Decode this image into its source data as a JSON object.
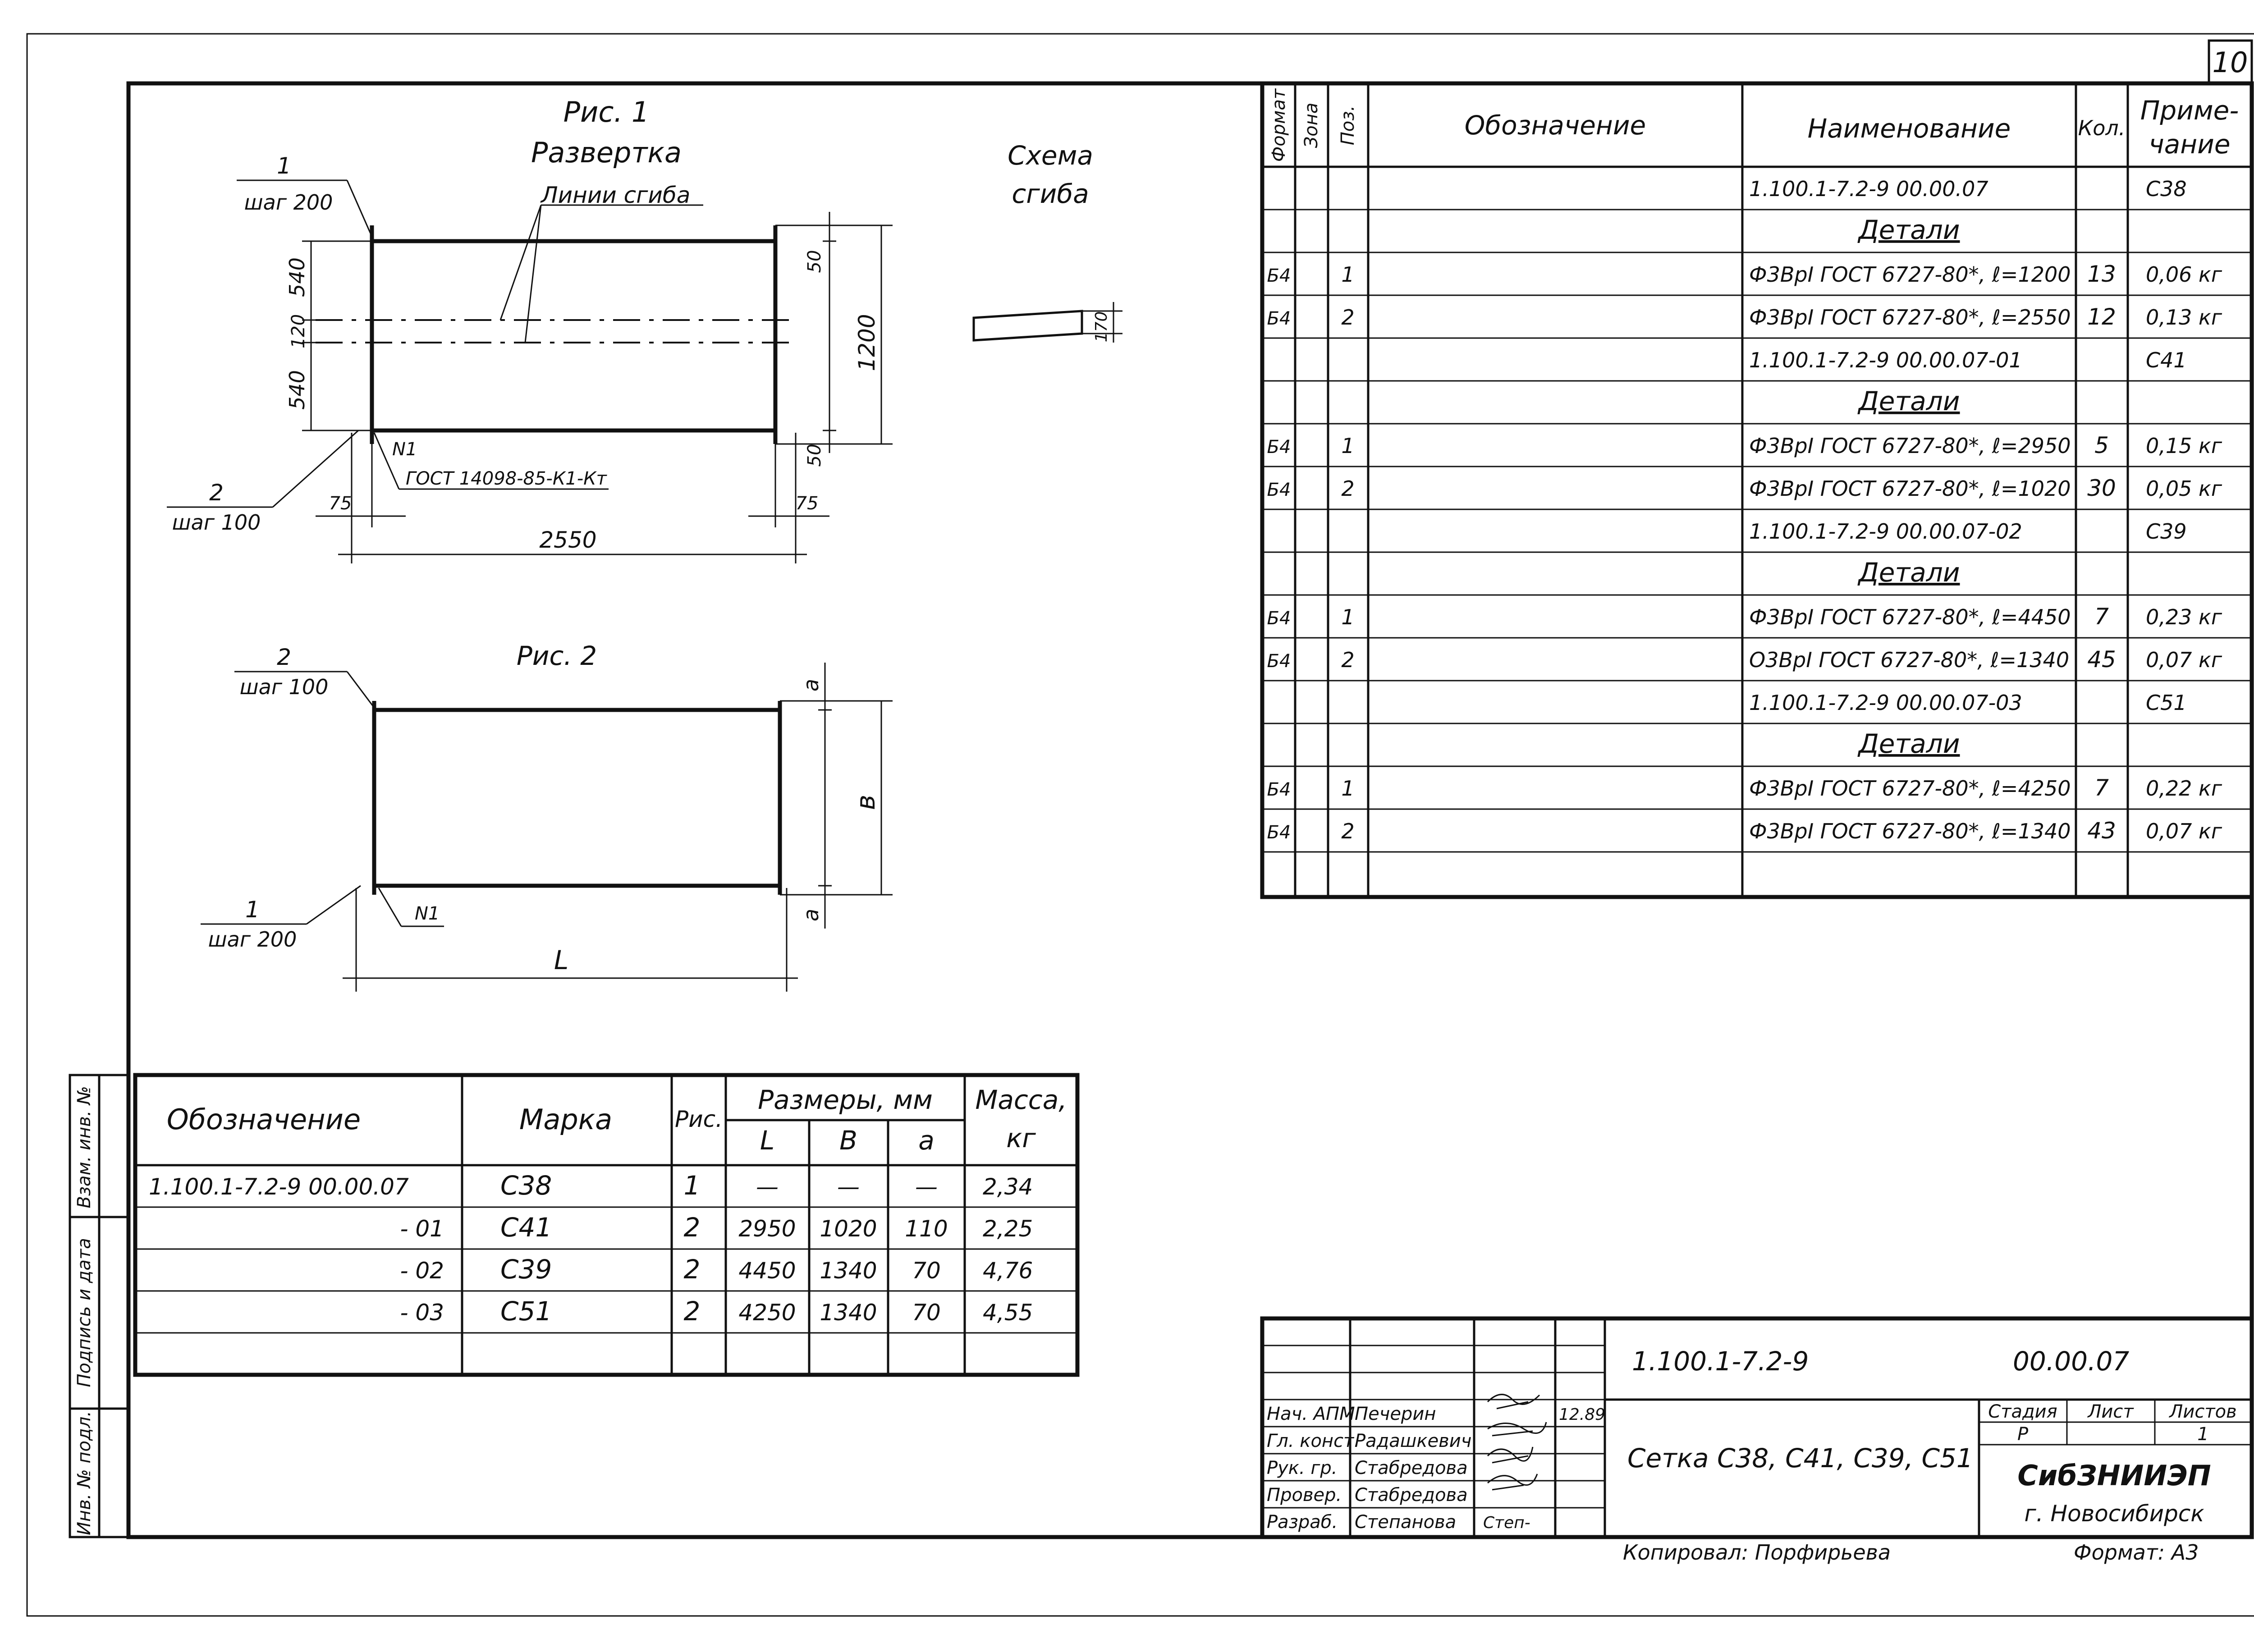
{
  "sheet_number": "10",
  "fig1": {
    "title": "Рис. 1",
    "subtitle": "Развертка",
    "bend_lines_label": "Линии сгиба",
    "scheme_title": "Схема",
    "scheme_subtitle": "сгиба",
    "pos1": "1",
    "pos1_step": "шаг 200",
    "pos2": "2",
    "pos2_step": "шаг 100",
    "dim_540_top": "540",
    "dim_120": "120",
    "dim_540_bottom": "540",
    "dim_50_top": "50",
    "dim_50_bottom": "50",
    "dim_1200": "1200",
    "dim_75_left": "75",
    "dim_75_right": "75",
    "dim_2550": "2550",
    "weld_label": "N1",
    "weld_gost": "ГОСТ 14098-85-К1-Кт",
    "bend_dim": "170"
  },
  "fig2": {
    "title": "Рис. 2",
    "pos2": "2",
    "pos2_step": "шаг 100",
    "pos1": "1",
    "pos1_step": "шаг 200",
    "weld_label": "N1",
    "dim_a_top": "a",
    "dim_a_bottom": "a",
    "dim_b": "в",
    "dim_L": "L"
  },
  "spec": {
    "headers": {
      "format": "Формат",
      "zone": "Зона",
      "pos": "Поз.",
      "designation": "Обозначение",
      "name": "Наименование",
      "qty": "Кол.",
      "note_line1": "Приме-",
      "note_line2": "чание"
    },
    "rows": [
      {
        "format": "",
        "zone": "",
        "pos": "",
        "designation": "",
        "name": "1.100.1-7.2-9     00.00.07",
        "qty": "",
        "note": "С38",
        "underline": false
      },
      {
        "format": "",
        "zone": "",
        "pos": "",
        "designation": "",
        "name": "Детали",
        "qty": "",
        "note": "",
        "underline": true
      },
      {
        "format": "Б4",
        "zone": "",
        "pos": "1",
        "designation": "",
        "name": "Ф3ВрI ГОСТ 6727-80*, ℓ=1200",
        "qty": "13",
        "note": "0,06 кг",
        "underline": false
      },
      {
        "format": "Б4",
        "zone": "",
        "pos": "2",
        "designation": "",
        "name": "Ф3ВрI ГОСТ 6727-80*, ℓ=2550",
        "qty": "12",
        "note": "0,13 кг",
        "underline": false
      },
      {
        "format": "",
        "zone": "",
        "pos": "",
        "designation": "",
        "name": "1.100.1-7.2-9     00.00.07-01",
        "qty": "",
        "note": "С41",
        "underline": false
      },
      {
        "format": "",
        "zone": "",
        "pos": "",
        "designation": "",
        "name": "Детали",
        "qty": "",
        "note": "",
        "underline": true
      },
      {
        "format": "Б4",
        "zone": "",
        "pos": "1",
        "designation": "",
        "name": "Ф3ВрI ГОСТ 6727-80*, ℓ=2950",
        "qty": "5",
        "note": "0,15 кг",
        "underline": false
      },
      {
        "format": "Б4",
        "zone": "",
        "pos": "2",
        "designation": "",
        "name": "Ф3ВрI ГОСТ 6727-80*, ℓ=1020",
        "qty": "30",
        "note": "0,05 кг",
        "underline": false
      },
      {
        "format": "",
        "zone": "",
        "pos": "",
        "designation": "",
        "name": "1.100.1-7.2-9     00.00.07-02",
        "qty": "",
        "note": "С39",
        "underline": false
      },
      {
        "format": "",
        "zone": "",
        "pos": "",
        "designation": "",
        "name": "Детали",
        "qty": "",
        "note": "",
        "underline": true
      },
      {
        "format": "Б4",
        "zone": "",
        "pos": "1",
        "designation": "",
        "name": "Ф3ВрI ГОСТ 6727-80*, ℓ=4450",
        "qty": "7",
        "note": "0,23 кг",
        "underline": false
      },
      {
        "format": "Б4",
        "zone": "",
        "pos": "2",
        "designation": "",
        "name": "О3ВрI ГОСТ 6727-80*, ℓ=1340",
        "qty": "45",
        "note": "0,07 кг",
        "underline": false
      },
      {
        "format": "",
        "zone": "",
        "pos": "",
        "designation": "",
        "name": "1.100.1-7.2-9     00.00.07-03",
        "qty": "",
        "note": "С51",
        "underline": false
      },
      {
        "format": "",
        "zone": "",
        "pos": "",
        "designation": "",
        "name": "Детали",
        "qty": "",
        "note": "",
        "underline": true
      },
      {
        "format": "Б4",
        "zone": "",
        "pos": "1",
        "designation": "",
        "name": "Ф3ВрI ГОСТ 6727-80*, ℓ=4250",
        "qty": "7",
        "note": "0,22 кг",
        "underline": false
      },
      {
        "format": "Б4",
        "zone": "",
        "pos": "2",
        "designation": "",
        "name": "Ф3ВрI ГОСТ 6727-80*, ℓ=1340",
        "qty": "43",
        "note": "0,07 кг",
        "underline": false
      },
      {
        "format": "",
        "zone": "",
        "pos": "",
        "designation": "",
        "name": "",
        "qty": "",
        "note": "",
        "underline": false
      }
    ]
  },
  "marks": {
    "headers": {
      "designation": "Обозначение",
      "mark": "Марка",
      "fig": "Рис.",
      "sizes": "Размеры, мм",
      "L": "L",
      "B": "В",
      "a": "а",
      "mass_line1": "Масса,",
      "mass_line2": "кг"
    },
    "rows": [
      {
        "designation": "1.100.1-7.2-9 00.00.07",
        "mark": "С38",
        "fig": "1",
        "L": "—",
        "B": "—",
        "a": "—",
        "mass": "2,34"
      },
      {
        "designation": "- 01",
        "mark": "С41",
        "fig": "2",
        "L": "2950",
        "B": "1020",
        "a": "110",
        "mass": "2,25"
      },
      {
        "designation": "- 02",
        "mark": "С39",
        "fig": "2",
        "L": "4450",
        "B": "1340",
        "a": "70",
        "mass": "4,76"
      },
      {
        "designation": "- 03",
        "mark": "С51",
        "fig": "2",
        "L": "4250",
        "B": "1340",
        "a": "70",
        "mass": "4,55"
      },
      {
        "designation": "",
        "mark": "",
        "fig": "",
        "L": "",
        "B": "",
        "a": "",
        "mass": ""
      }
    ]
  },
  "side_stamp": {
    "inv_podl": "Инв. № подл.",
    "sign_date": "Подпись и дата",
    "vzam_inv": "Взам. инв. №"
  },
  "title_block": {
    "doc_code": "1.100.1-7.2-9",
    "doc_code_suffix": "00.00.07",
    "title": "Сетка С38, С41, С39, С51",
    "stage_label": "Стадия",
    "sheet_label": "Лист",
    "sheets_label": "Листов",
    "stage": "Р",
    "sheet": "",
    "sheets": "1",
    "org": "СибЗНИИЭП",
    "city": "г. Новосибирск",
    "signatures": [
      {
        "role": "Нач. АПМ",
        "name": "Печерин",
        "sign": "",
        "date": "12.89"
      },
      {
        "role": "Гл. конст.",
        "name": "Радашкевич",
        "sign": "",
        "date": ""
      },
      {
        "role": "Рук. гр.",
        "name": "Стабредова",
        "sign": "",
        "date": ""
      },
      {
        "role": "Провер.",
        "name": "Стабредова",
        "sign": "",
        "date": ""
      },
      {
        "role": "Разраб.",
        "name": "Степанова",
        "sign": "Степ-",
        "date": ""
      }
    ],
    "copied_by": "Копировал: Порфирьева",
    "format": "Формат: А3"
  }
}
